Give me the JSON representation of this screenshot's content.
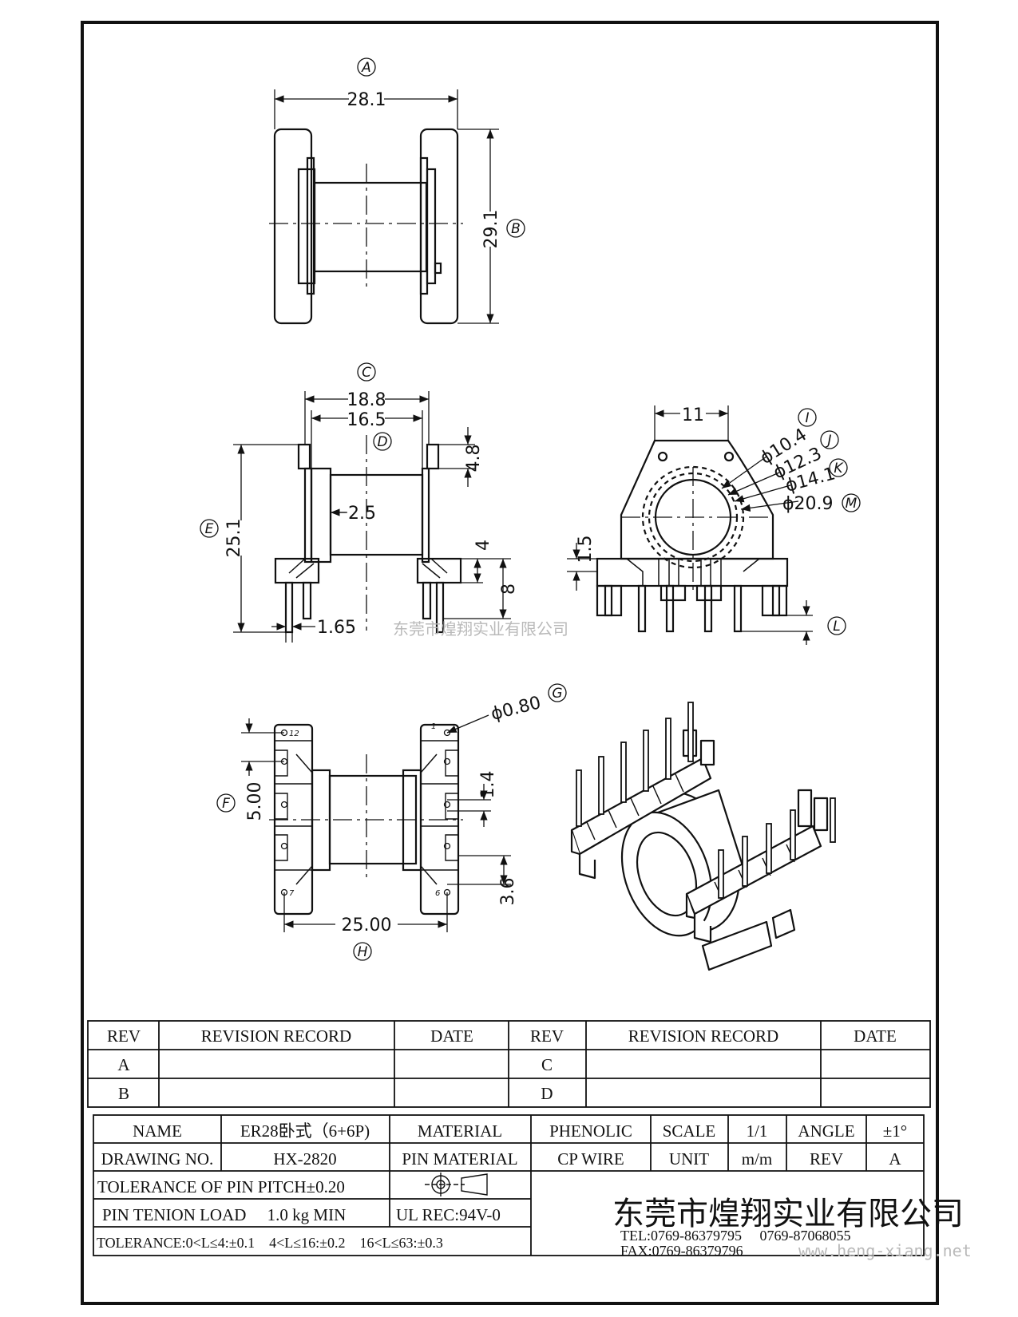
{
  "views": {
    "top": {
      "label_a": "A",
      "width": "28.1",
      "label_b": "B",
      "height": "29.1"
    },
    "front": {
      "label_c": "C",
      "w_outer": "18.8",
      "w_inner": "16.5",
      "label_d": "D",
      "top_h": "4.8",
      "label_e": "E",
      "height": "25.1",
      "wall": "2.5",
      "base_h": "4",
      "base_total": "8",
      "pin_w": "1.65"
    },
    "side": {
      "width": "11",
      "d1": "ϕ10.4",
      "label_i": "I",
      "d2": "ϕ12.3",
      "label_j": "J",
      "d3": "ϕ14.1",
      "label_k": "K",
      "d4": "ϕ20.9",
      "label_m": "M",
      "step": "1.5",
      "label_l": "L"
    },
    "bottom": {
      "pin_dia": "ϕ0.80",
      "label_g": "G",
      "pitch": "5.00",
      "label_f": "F",
      "gap": "1.4",
      "offset": "3.6",
      "span": "25.00",
      "label_h": "H",
      "pin1": "1",
      "pin6": "6",
      "pin7": "7",
      "pin12": "12"
    }
  },
  "watermark": {
    "company": "东莞市煌翔实业有限公司",
    "url": "www.heng-xiang.net"
  },
  "revision": {
    "headers": [
      "REV",
      "REVISION RECORD",
      "DATE",
      "REV",
      "REVISION RECORD",
      "DATE"
    ],
    "rows": [
      [
        "A",
        "",
        "",
        "C",
        "",
        ""
      ],
      [
        "B",
        "",
        "",
        "D",
        "",
        ""
      ]
    ]
  },
  "title_block": {
    "name_label": "NAME",
    "name_value": "ER28卧式（6+6P)",
    "material_label": "MATERIAL",
    "material_value": "PHENOLIC",
    "scale_label": "SCALE",
    "scale_value": "1/1",
    "angle_label": "ANGLE",
    "angle_value": "±1°",
    "drawing_label": "DRAWING NO.",
    "drawing_value": "HX-2820",
    "pin_material_label": "PIN MATERIAL",
    "pin_material_value": "CP WIRE",
    "unit_label": "UNIT",
    "unit_value": "m/m",
    "rev_label": "REV",
    "rev_value": "A",
    "tol_pitch": "TOLERANCE OF PIN PITCH±0.20",
    "pin_load": "PIN TENION LOAD　 1.0 kg MIN",
    "ul_rec": "UL REC:94V-0",
    "tolerance": "TOLERANCE:0<L≤4:±0.1　4<L≤16:±0.2　16<L≤63:±0.3",
    "company": "东莞市煌翔实业有限公司",
    "tel": "TEL:0769-86379795　 0769-87068055",
    "fax": "FAX:0769-86379796"
  }
}
